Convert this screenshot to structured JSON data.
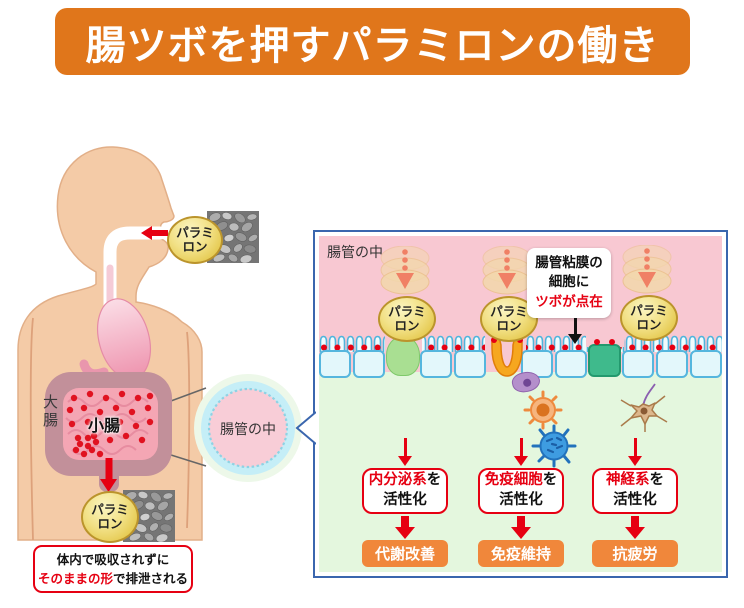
{
  "title": "腸ツボを押すパラミロンの働き",
  "paramylon": {
    "l1": "パラミ",
    "l2": "ロン"
  },
  "left": {
    "colon": "大腸",
    "small_intestine": "小腸",
    "magnifier": "腸管の中",
    "note_line1": "体内で吸収されずに",
    "note_line2_red": "そのままの形",
    "note_line2_black": "で排泄される"
  },
  "panel": {
    "zone_label": "腸管の中",
    "callout": {
      "l1": "腸管粘膜の",
      "l2": "細胞に",
      "l3_red": "ツボが点在"
    },
    "columns": [
      {
        "system": "内分泌系",
        "particle": "を",
        "action": "活性化",
        "result": "代謝改善"
      },
      {
        "system": "免疫細胞",
        "particle": "を",
        "action": "活性化",
        "result": "免疫維持"
      },
      {
        "system": "神経系",
        "particle": "を",
        "action": "活性化",
        "result": "抗疲労"
      }
    ]
  },
  "colors": {
    "banner_orange": "#E0761B",
    "accent_red": "#E60012",
    "panel_border_blue": "#3A66AE",
    "panel_pink": "#F8C8D2",
    "panel_green": "#E4F7DE",
    "result_orange": "#F0873B",
    "paramylon_yellow": "#E5C94F",
    "body_skin": "#F4CBA7",
    "intestine_mauve": "#C2909A",
    "intestine_pink": "#F4A6B4"
  }
}
